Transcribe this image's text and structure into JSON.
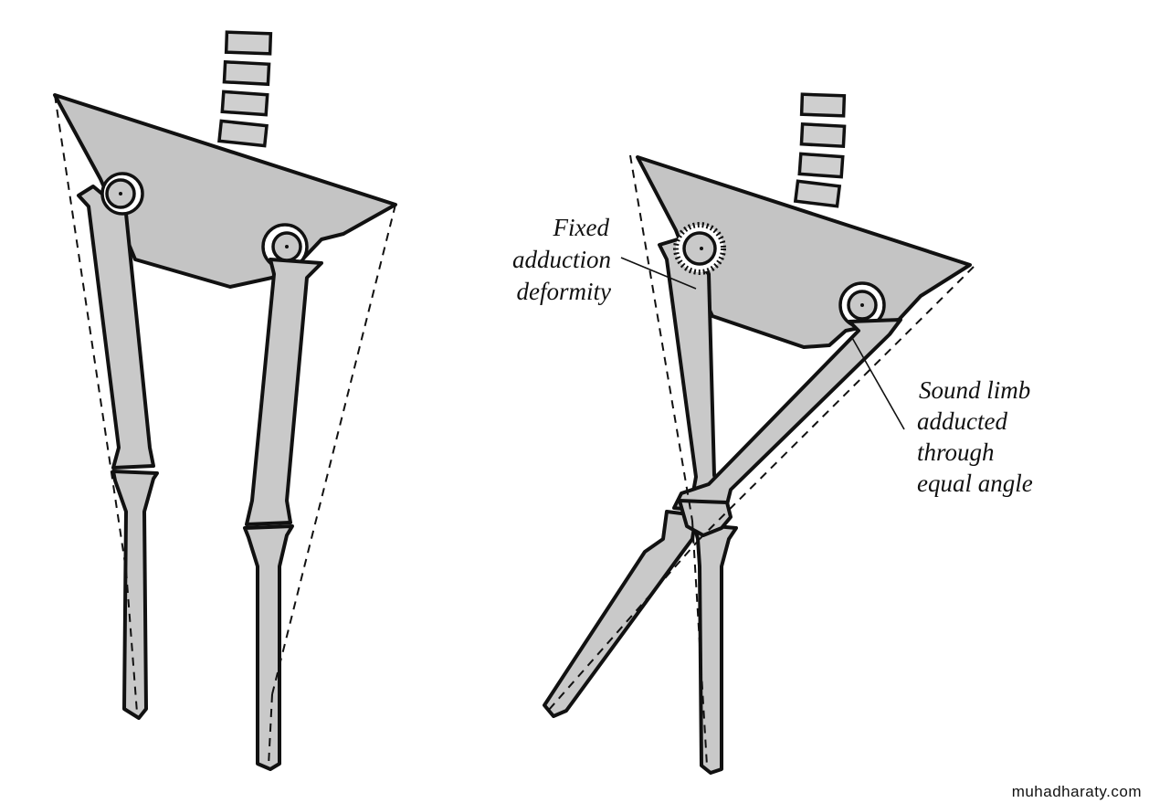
{
  "annotations": {
    "fixed_adduction": [
      "Fixed",
      "adduction",
      "deformity"
    ],
    "sound_limb": [
      "Sound limb",
      "adducted",
      "through",
      "equal angle"
    ]
  },
  "watermark": "muhadharaty.com"
}
